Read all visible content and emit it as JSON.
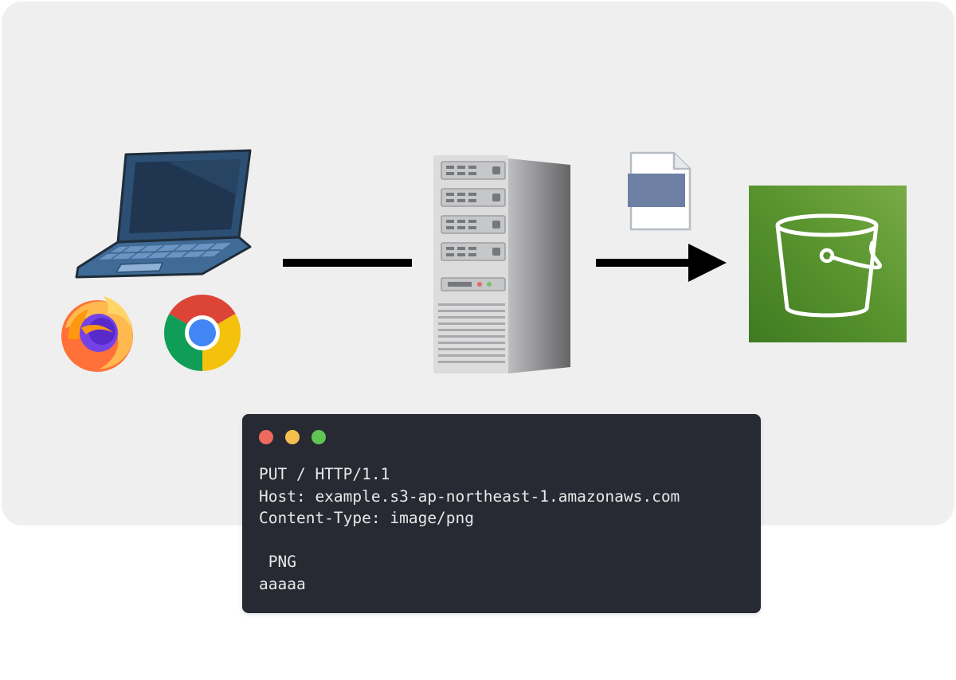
{
  "colors": {
    "panel_background": "#efefef",
    "terminal_background": "#272a33",
    "terminal_text": "#e8e8e8",
    "traffic_red": "#ed6a5e",
    "traffic_yellow": "#f5bf4f",
    "traffic_green": "#61c554",
    "s3_green": "#4a8a2a",
    "laptop_blue": "#3f6b96",
    "arrow": "#000000"
  },
  "icons": {
    "client": "laptop-icon",
    "browser_1": "firefox-icon",
    "browser_2": "chrome-icon",
    "server": "server-tower-icon",
    "payload": "file-icon",
    "storage": "s3-bucket-icon"
  },
  "terminal": {
    "lines": [
      "PUT / HTTP/1.1",
      "Host: example.s3-ap-northeast-1.amazonaws.com",
      "Content-Type: image/png",
      "",
      " PNG",
      "aaaaa"
    ]
  }
}
